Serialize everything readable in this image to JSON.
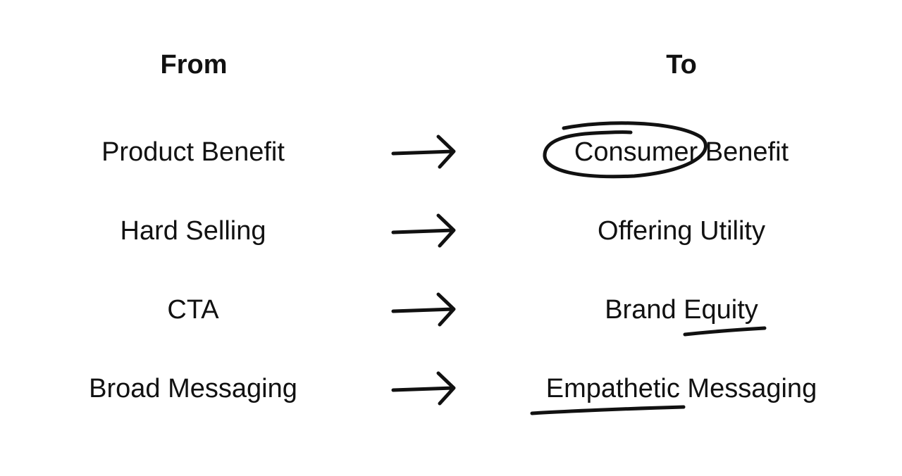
{
  "headers": {
    "from": "From",
    "to": "To"
  },
  "rows": [
    {
      "from": "Product Benefit",
      "to_plain": "",
      "to_marked": "Consumer",
      "to_rest": " Benefit",
      "mark": "circle"
    },
    {
      "from": "Hard Selling",
      "to_plain": "Offering Utility",
      "to_marked": "",
      "to_rest": "",
      "mark": "none"
    },
    {
      "from": "CTA",
      "to_plain": "Brand ",
      "to_marked": "Equity",
      "to_rest": "",
      "mark": "underline"
    },
    {
      "from": "Broad Messaging",
      "to_plain": "",
      "to_marked": "Empathetic",
      "to_rest": " Messaging",
      "mark": "underline"
    }
  ],
  "arrow_icon": "right-arrow-icon",
  "colors": {
    "background": "#ffffff",
    "ink": "#111111"
  }
}
